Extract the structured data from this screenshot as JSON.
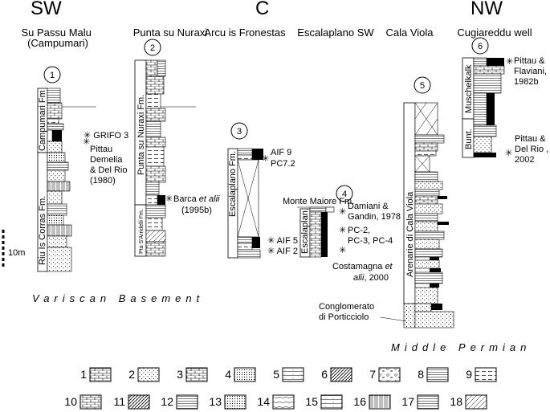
{
  "regions": {
    "left": "SW",
    "center": "C",
    "right": "NW"
  },
  "sections": [
    {
      "number": "1",
      "name": "Su Passu Malu\n(Campumari)",
      "units": [
        "Campumari Fm",
        "Riu Is Corras Fm."
      ]
    },
    {
      "number": "2",
      "name": "Punta su Nuraxi",
      "units": [
        "Punta su Nuraxi Fm.",
        "Pta S'Arridelli Fm."
      ]
    },
    {
      "number": "3",
      "name": "Arcu is Fronestas",
      "units": [
        "Escalaplano Fm."
      ]
    },
    {
      "number": "4",
      "name": "Escalaplano SW",
      "units": [
        "Escalaplan."
      ]
    },
    {
      "number": "5",
      "name": "Cala Viola",
      "units": [
        "Arenarie di Cala Viola"
      ]
    },
    {
      "number": "6",
      "name": "Cugiareddu well",
      "units": [
        "Muschelkalk",
        "Bunt."
      ]
    }
  ],
  "annotations": {
    "grifo": "GRIFO 3",
    "pittau1980": "Pittau\nDemelia\n& Del Rio\n(1980)",
    "barca_prefix": "Barca ",
    "barca_etalii": "et alii",
    "barca_year": "(1995b)",
    "aif9": "AIF 9",
    "pc72": "PC7.2",
    "aif5": "AIF 5",
    "aif2": "AIF 2",
    "monte_maiore": "Monte Maiore Fm.",
    "damiani": "Damiani &\nGandin, 1978",
    "pc": "PC-2,\nPC-3, PC-4",
    "costamagna_a": "Costamagna ",
    "costamagna_b": "et",
    "costamagna_c": "alii",
    "costamagna_d": ", 2000",
    "conglomerato": "Conglomerato\ndi Porticciolo",
    "pittau1982": "Pittau &\nFlaviani,\n1982b",
    "pittau2002": "Pittau &\nDel Rio ,\n2002"
  },
  "scale": "10m",
  "basement_label": "Variscan Basement",
  "permian_label": "Middle Permian",
  "legend": [
    "1",
    "2",
    "3",
    "4",
    "5",
    "6",
    "7",
    "8",
    "9",
    "10",
    "11",
    "12",
    "13",
    "14",
    "15",
    "16",
    "17",
    "18"
  ],
  "colors": {
    "ink": "#000000",
    "paper": "#ffffff"
  }
}
